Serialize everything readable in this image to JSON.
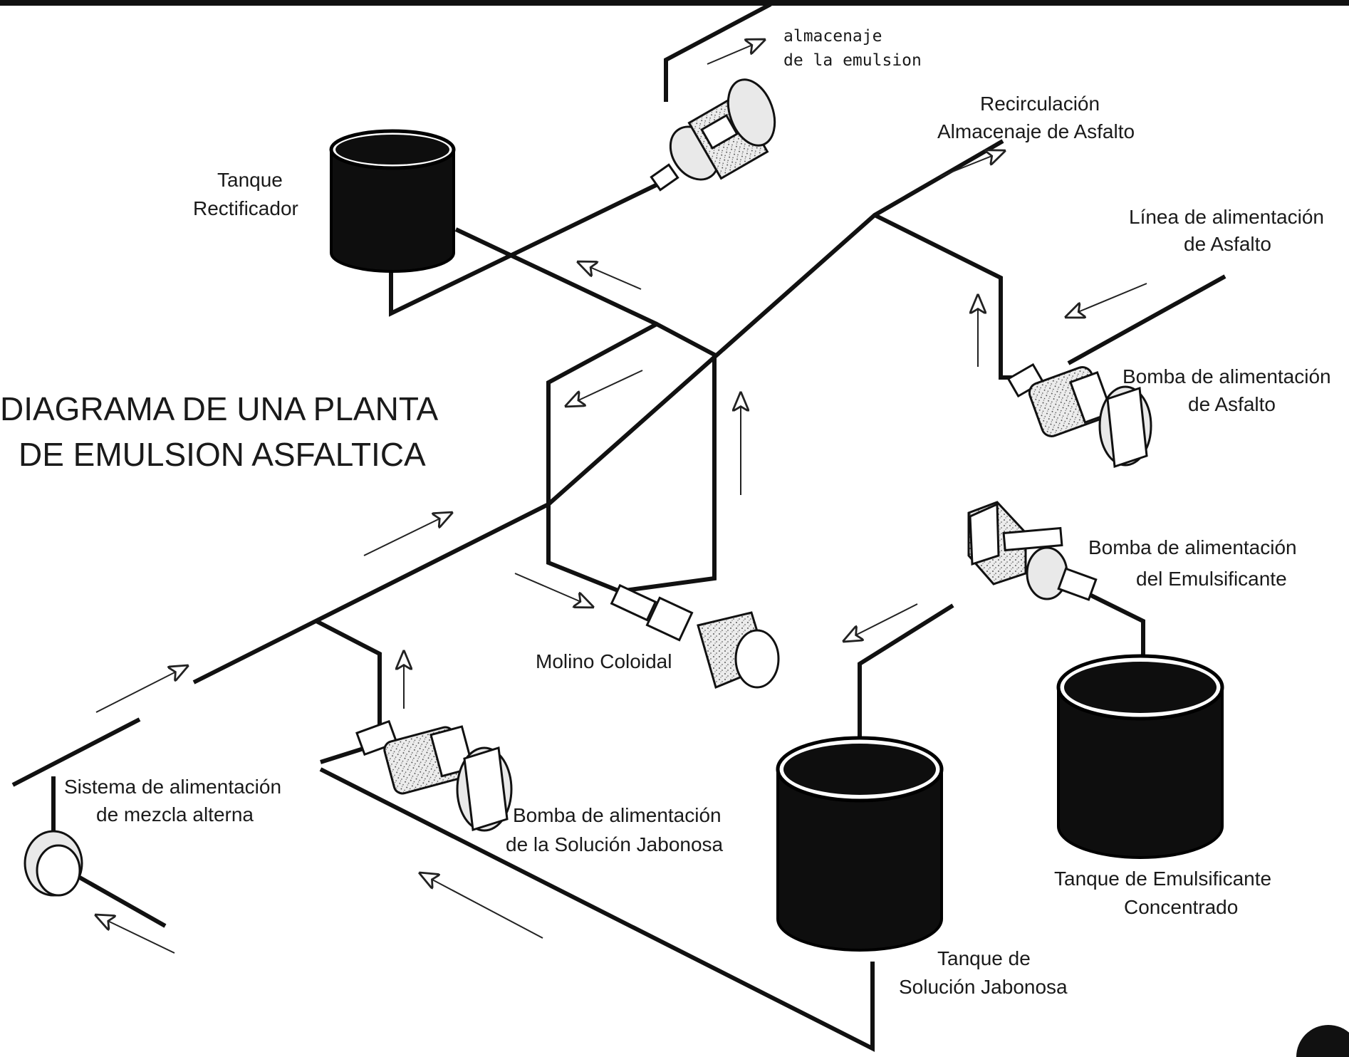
{
  "title": {
    "line1": "DIAGRAMA DE UNA PLANTA",
    "line2": "DE EMULSION ASFALTICA"
  },
  "labels": {
    "almacenaje_emulsion": [
      "almacenaje",
      "de la emulsion"
    ],
    "recirculacion": [
      "Recirculación",
      "Almacenaje de Asfalto"
    ],
    "tanque_rectificador": [
      "Tanque",
      "Rectificador"
    ],
    "linea_asfalto": [
      "Línea de alimentación",
      "de Asfalto"
    ],
    "bomba_asfalto": [
      "Bomba de alimentación",
      "de Asfalto"
    ],
    "bomba_emulsificante": [
      "Bomba de alimentación",
      "del Emulsificante"
    ],
    "molino_coloidal": [
      "Molino Coloidal"
    ],
    "sistema_mezcla": [
      "Sistema de alimentación",
      "de mezcla alterna"
    ],
    "bomba_jabonosa": [
      "Bomba de alimentación",
      "de  la Solución Jabonosa"
    ],
    "tanque_emulsificante": [
      "Tanque de Emulsificante",
      "Concentrado"
    ],
    "tanque_jabonosa": [
      "Tanque de",
      "Solución Jabonosa"
    ]
  },
  "colors": {
    "ink": "#111111",
    "tank_fill": "#0e0e0e",
    "background": "#ffffff"
  }
}
